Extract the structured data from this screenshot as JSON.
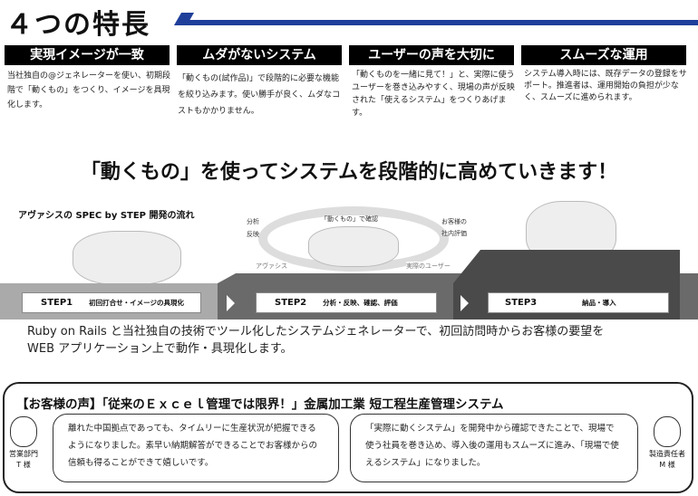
{
  "title": "４つの特長",
  "features": [
    {
      "heading": "実現イメージが一致",
      "text": "当社独自の@ジェネレーターを使い、初期段階で「動くもの」をつくり、イメージを具現化します。"
    },
    {
      "heading": "ムダがないシステム",
      "text": "「動くもの(試作品)」で段階的に必要な機能を絞り込みます。使い勝手が良く、ムダなコストもかかりません。"
    },
    {
      "heading": "ユーザーの声を大切に",
      "text": "「動くものを一緒に見て！」と、実際に使うユーザーを巻き込みやすく、現場の声が反映された「使えるシステム」をつくりあげます。"
    },
    {
      "heading": "スムーズな運用",
      "text": "システム導入時には、既存データの登録をサポート。推進者は、運用開始の負担が少なく、スムーズに進められます。"
    }
  ],
  "main_heading": "「動くもの」を使ってシステムを段階的に高めていきます！",
  "flow": {
    "title": "アヴァシスの SPEC by STEP 開発の流れ",
    "labels": {
      "analysis": "分析",
      "reflect": "反映",
      "confirm": "「動くもの」で確認",
      "evaluation_1": "お客様の",
      "evaluation_2": "社内評価",
      "avasys": "アヴァシス",
      "user": "実際のユーザー"
    },
    "steps": [
      {
        "name": "STEP1",
        "desc": "初回打合せ・イメージの具現化"
      },
      {
        "name": "STEP2",
        "desc": "分析・反映、確認、評価"
      },
      {
        "name": "STEP3",
        "desc": "納品・導入"
      }
    ]
  },
  "description": [
    "Ruby on Rails と当社独自の技術でツール化したシステムジェネレーターで、初回訪問時からお客様の要望を",
    "WEB アプリケーション上で動作・具現化します。"
  ],
  "voice": {
    "title": "【お客様の声】「従来のＥｘｃｅｌ管理では限界！」金属加工業 短工程生産管理システム",
    "left": {
      "person_1": "営業部門",
      "person_2": "T 様",
      "text": "離れた中国拠点であっても、タイムリーに生産状況が把握できるようになりました。素早い納期解答ができることでお客様からの信頼も得ることができて嬉しいです。"
    },
    "right": {
      "person_1": "製造責任者",
      "person_2": "M 様",
      "text": "「実際に動くシステム」を開発中から確認できたことで、現場で使う社員を巻き込め、導入後の運用もスムーズに進み、「現場で使えるシステム」になりました。"
    }
  },
  "colors": {
    "accent": "#1f3f9a"
  }
}
